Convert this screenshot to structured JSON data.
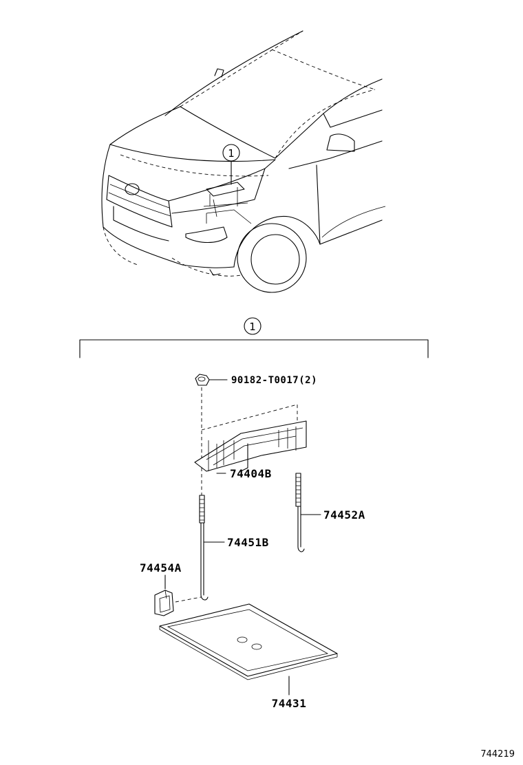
{
  "callout_marker": "1",
  "detail_marker": "1",
  "parts": {
    "nut": "90182-T0017(2)",
    "battery_clamp": "74404B",
    "rod_right": "74452A",
    "rod_left": "74451B",
    "bracket": "74454A",
    "tray": "74431"
  },
  "illustration_id": "744219"
}
